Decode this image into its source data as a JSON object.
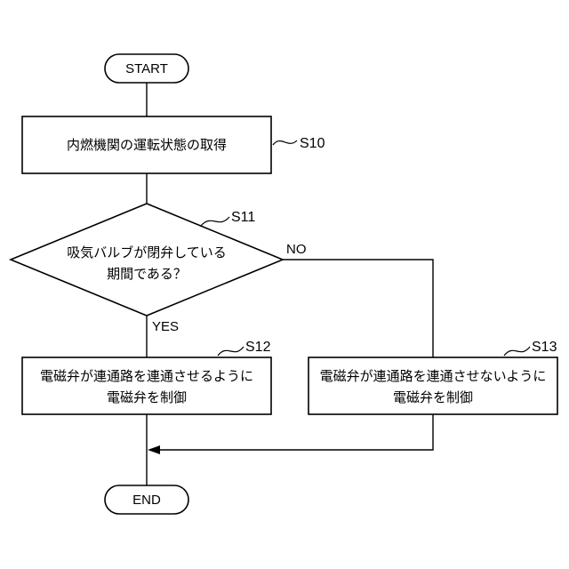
{
  "diagram": {
    "start": {
      "label": "START"
    },
    "end": {
      "label": "END"
    },
    "steps": {
      "s10": {
        "id": "S10",
        "text": "内燃機関の運転状態の取得"
      },
      "s11": {
        "id": "S11",
        "lines": [
          "吸気バルブが閉弁している",
          "期間である？"
        ]
      },
      "s12": {
        "id": "S12",
        "lines": [
          "電磁弁が連通路を連通させるように",
          "電磁弁を制御"
        ]
      },
      "s13": {
        "id": "S13",
        "lines": [
          "電磁弁が連通路を連通させないように",
          "電磁弁を制御"
        ]
      }
    },
    "branches": {
      "yes": "YES",
      "no": "NO"
    }
  }
}
